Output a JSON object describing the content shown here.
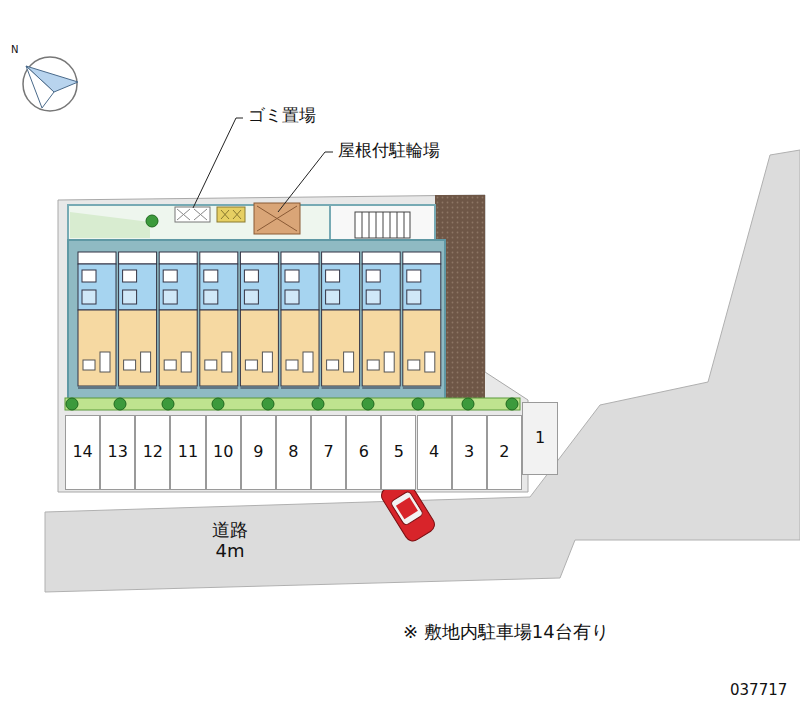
{
  "diagram": {
    "nodes": [
      {
        "text": [
          "14"
        ]
      },
      {
        "text": [
          "13"
        ]
      },
      {
        "text": [
          "12"
        ]
      },
      {
        "text": [
          "11"
        ]
      },
      {
        "text": [
          "10"
        ]
      },
      {
        "text": [
          "9"
        ]
      },
      {
        "text": [
          "8"
        ]
      },
      {
        "text": [
          "7"
        ]
      },
      {
        "text": [
          "6"
        ]
      },
      {
        "text": [
          "5"
        ]
      },
      {
        "text": [
          "4"
        ]
      },
      {
        "text": [
          "3"
        ]
      },
      {
        "text": [
          "2"
        ]
      },
      {
        "text": [
          "1"
        ]
      },
      {
        "text": [
          "道路",
          "4m"
        ]
      }
    ],
    "labels": [
      "ゴミ置場",
      "屋根付駐輪場",
      "N",
      "※ 敷地内駐車場14台有り",
      "037717"
    ]
  }
}
